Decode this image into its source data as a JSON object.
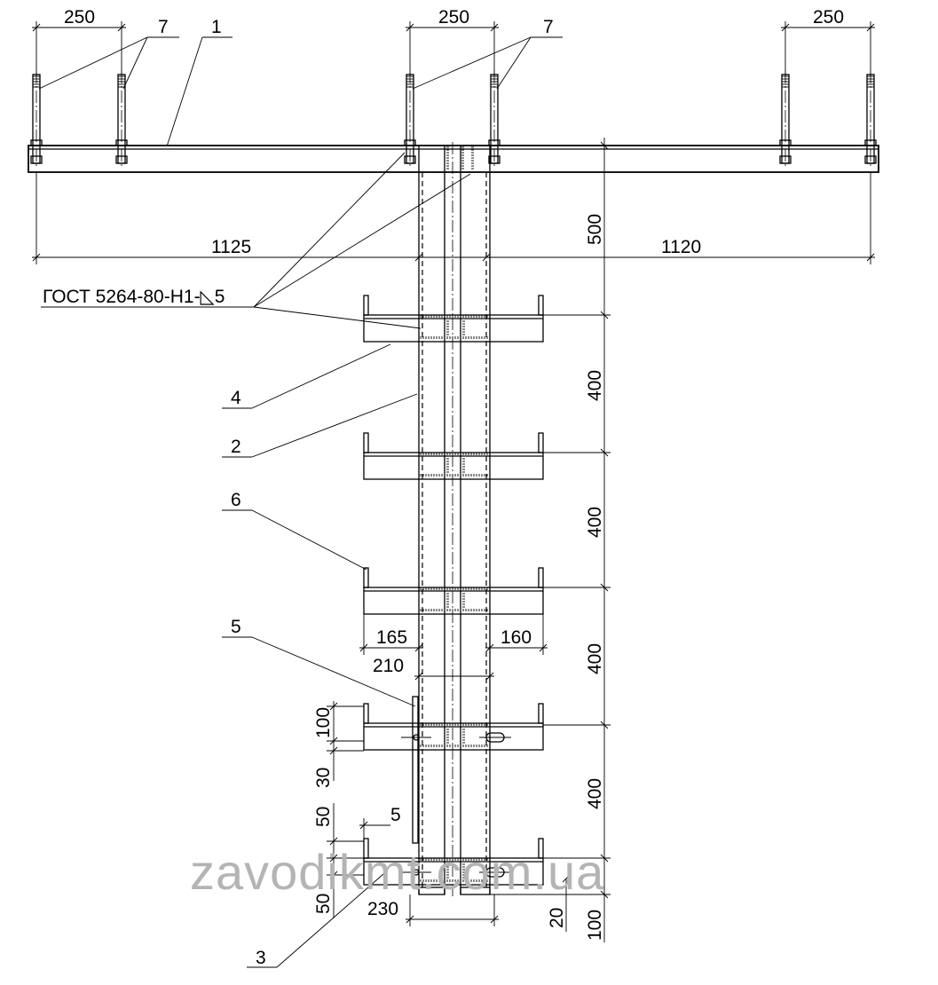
{
  "title": "",
  "note": "ГОСТ 5264-80-Н1-◺5",
  "watermark": "zavodikmt.com.ua",
  "callouts": {
    "c1": "1",
    "c2": "2",
    "c3": "3",
    "c4": "4",
    "c5a": "5",
    "c5b": "5",
    "c6": "6",
    "c7a": "7",
    "c7b": "7"
  },
  "dimensions": {
    "bolt_left": "250",
    "bolt_mid": "250",
    "bolt_right": "250",
    "arm_left": "1125",
    "arm_right": "1120",
    "h500": "500",
    "h400a": "400",
    "h400b": "400",
    "h400c": "400",
    "h400d": "400",
    "d165": "165",
    "d160": "160",
    "d210": "210",
    "d100": "100",
    "d30": "30",
    "d50a": "50",
    "d50b": "50",
    "d230": "230",
    "d20": "20",
    "d100b": "100"
  }
}
